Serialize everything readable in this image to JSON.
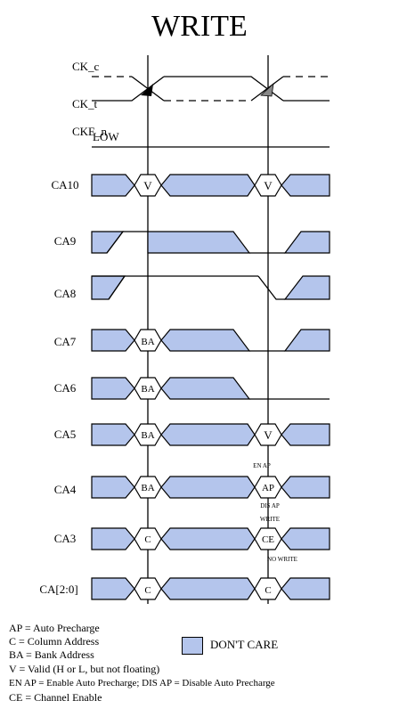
{
  "title": "WRITE",
  "signals": {
    "ck_c": "CK_c",
    "ck_t": "CK_t",
    "cke_n": "CKE_n",
    "cke_value": "LOW",
    "ca10": "CA10",
    "ca9": "CA9",
    "ca8": "CA8",
    "ca7": "CA7",
    "ca6": "CA6",
    "ca5": "CA5",
    "ca4": "CA4",
    "ca3": "CA3",
    "ca20": "CA[2:0]"
  },
  "cells": {
    "ca10_a": "V",
    "ca10_b": "V",
    "ca7_a": "BA",
    "ca6_a": "BA",
    "ca5_a": "BA",
    "ca5_b": "V",
    "ca4_a": "BA",
    "ca4_b": "AP",
    "ca3_a": "C",
    "ca3_b": "CE",
    "ca20_a": "C",
    "ca20_b": "C"
  },
  "annotations": {
    "en_ap": "EN AP",
    "dis_ap": "DIS AP",
    "write": "WRITE",
    "no_write": "NO WRITE"
  },
  "legend": {
    "ap": "AP = Auto Precharge",
    "c": "C = Column Address",
    "ba": "BA = Bank Address",
    "v": "V = Valid (H or L, but not floating)",
    "en": "EN AP = Enable Auto Precharge; DIS AP = Disable Auto Precharge",
    "ce": "CE = Channel Enable",
    "dont_care": "DON'T CARE"
  },
  "colors": {
    "dont_care_fill": "#b4c5ec",
    "arrow_rise": "#000000",
    "arrow_fall": "#888888"
  }
}
